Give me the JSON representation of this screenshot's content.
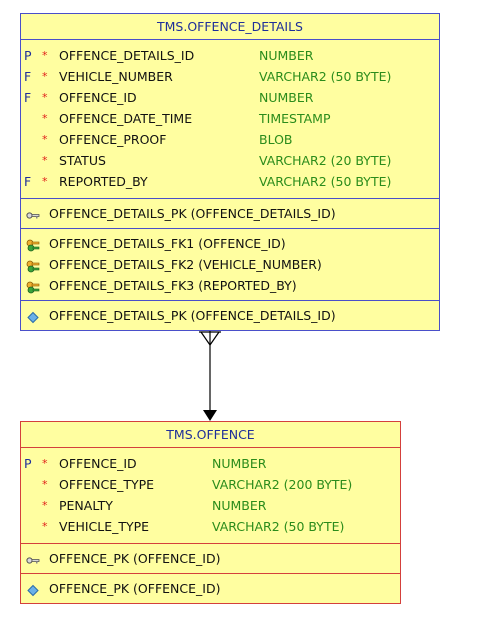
{
  "tables": [
    {
      "title": "TMS.OFFENCE_DETAILS",
      "columns": [
        {
          "key": "P",
          "mandatory": "*",
          "name": "OFFENCE_DETAILS_ID",
          "type": "NUMBER"
        },
        {
          "key": "F",
          "mandatory": "*",
          "name": "VEHICLE_NUMBER",
          "type": "VARCHAR2 (50 BYTE)"
        },
        {
          "key": "F",
          "mandatory": "*",
          "name": "OFFENCE_ID",
          "type": "NUMBER"
        },
        {
          "key": "",
          "mandatory": "*",
          "name": "OFFENCE_DATE_TIME",
          "type": "TIMESTAMP"
        },
        {
          "key": "",
          "mandatory": "*",
          "name": "OFFENCE_PROOF",
          "type": "BLOB"
        },
        {
          "key": "",
          "mandatory": "*",
          "name": "STATUS",
          "type": "VARCHAR2 (20 BYTE)"
        },
        {
          "key": "F",
          "mandatory": "*",
          "name": "REPORTED_BY",
          "type": "VARCHAR2 (50 BYTE)"
        }
      ],
      "primary_keys": [
        "OFFENCE_DETAILS_PK (OFFENCE_DETAILS_ID)"
      ],
      "foreign_keys": [
        "OFFENCE_DETAILS_FK1 (OFFENCE_ID)",
        "OFFENCE_DETAILS_FK2 (VEHICLE_NUMBER)",
        "OFFENCE_DETAILS_FK3 (REPORTED_BY)"
      ],
      "indexes": [
        "OFFENCE_DETAILS_PK (OFFENCE_DETAILS_ID)"
      ]
    },
    {
      "title": "TMS.OFFENCE",
      "columns": [
        {
          "key": "P",
          "mandatory": "*",
          "name": "OFFENCE_ID",
          "type": "NUMBER"
        },
        {
          "key": "",
          "mandatory": "*",
          "name": "OFFENCE_TYPE",
          "type": "VARCHAR2 (200 BYTE)"
        },
        {
          "key": "",
          "mandatory": "*",
          "name": "PENALTY",
          "type": "NUMBER"
        },
        {
          "key": "",
          "mandatory": "*",
          "name": "VEHICLE_TYPE",
          "type": "VARCHAR2 (50 BYTE)"
        }
      ],
      "primary_keys": [
        "OFFENCE_PK (OFFENCE_ID)"
      ],
      "foreign_keys": [],
      "indexes": [
        "OFFENCE_PK (OFFENCE_ID)"
      ]
    }
  ],
  "icons": {
    "primary_key": "key-icon",
    "foreign_key": "foreign-key-icon",
    "index": "index-diamond-icon"
  },
  "relationship": {
    "from": "TMS.OFFENCE_DETAILS",
    "to": "TMS.OFFENCE",
    "cardinality": "many-to-one"
  },
  "colors": {
    "details_border": "#4a4fc9",
    "offence_border": "#d4403c",
    "table_fill": "#fffea0",
    "type_text": "#2b8c1b",
    "mandatory_star": "#e0201a",
    "title_text": "#1f2f9a"
  }
}
